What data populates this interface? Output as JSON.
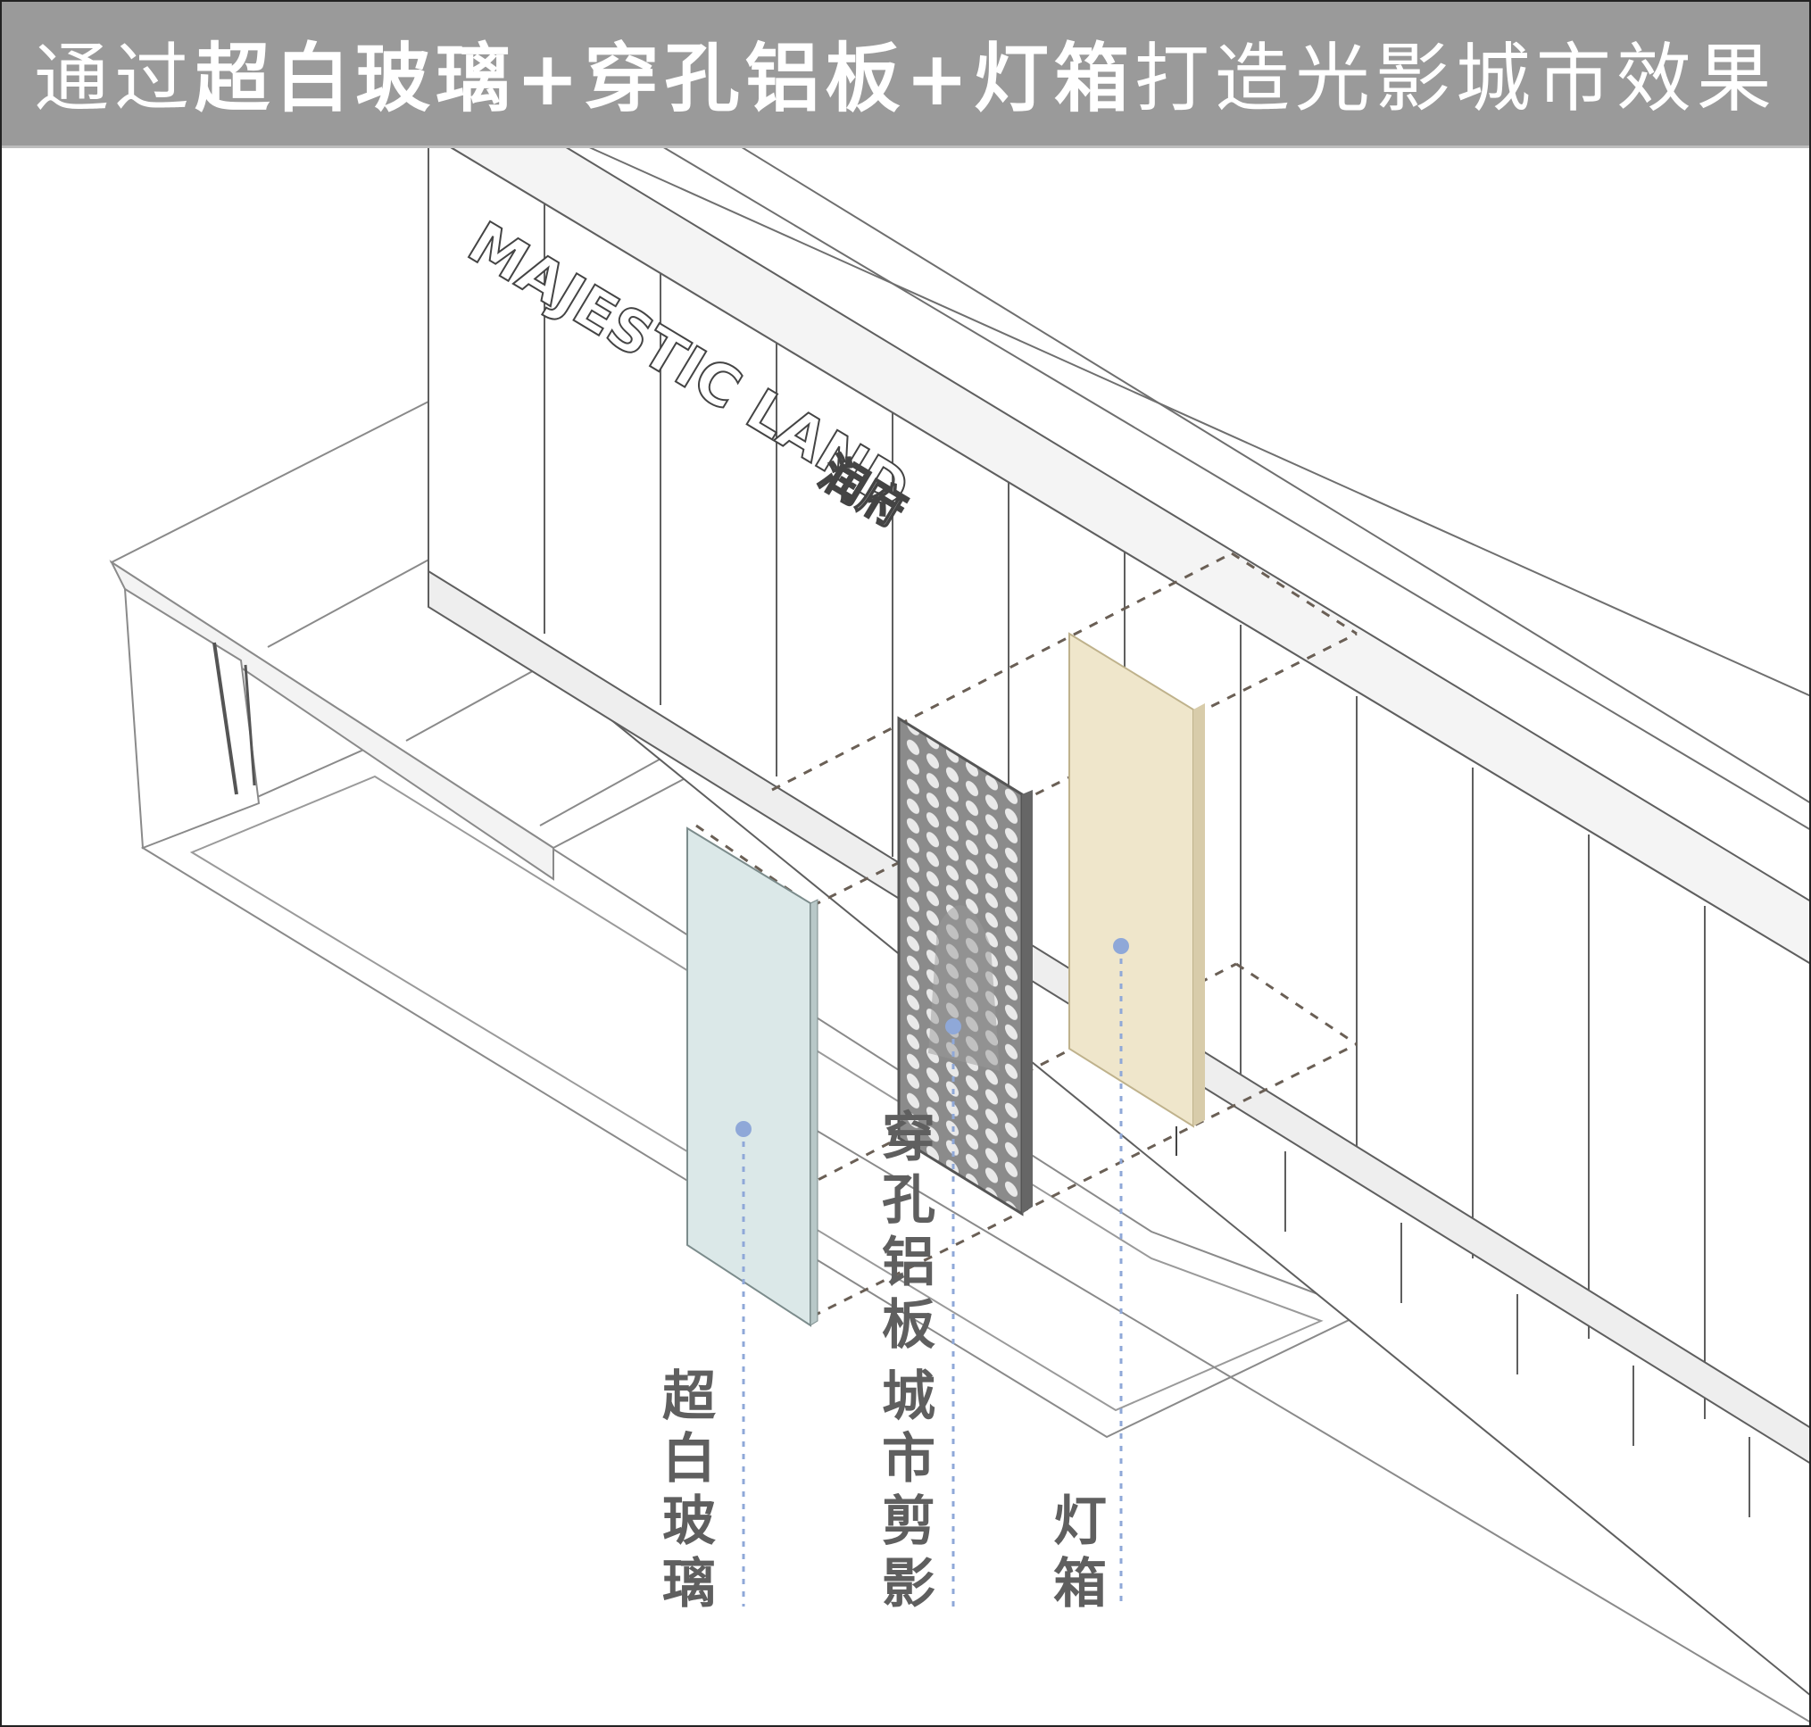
{
  "title": {
    "part1": "通过",
    "part2": "超白玻璃+穿孔铝板+灯箱",
    "part3": "打造光影城市效果"
  },
  "signage": {
    "brand": "MAJESTIC LAND",
    "chinese": "润府"
  },
  "labels": {
    "glass": "超白玻璃",
    "perforated_top": "穿孔铝板",
    "perforated_bottom": "城市剪影",
    "lightbox": "灯箱"
  },
  "colors": {
    "glass_panel": "#dbe8e8",
    "lightbox_panel": "#efe6cb",
    "perforated_panel": "#8b8b8b",
    "leader_line": "#8fa8d8",
    "dashed_projection": "#6a5f55",
    "title_bar": "#9a9a9a"
  },
  "icons": [
    "glass-panel-icon",
    "perforated-panel-icon",
    "lightbox-panel-icon"
  ]
}
